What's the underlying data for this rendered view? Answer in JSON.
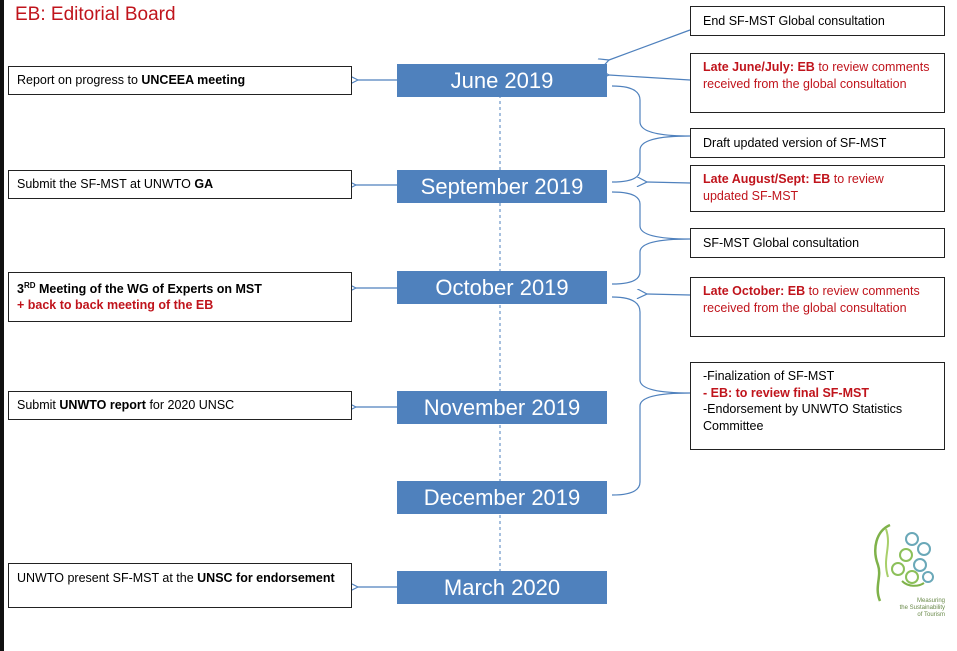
{
  "title": "EB: Editorial Board",
  "milestones": {
    "jun": "June 2019",
    "sep": "September 2019",
    "oct": "October 2019",
    "nov": "November 2019",
    "dec": "December 2019",
    "mar": "March  2020"
  },
  "left": {
    "jun": {
      "pre": "Report on progress to ",
      "bold": "UNCEEA meeting"
    },
    "sep": {
      "pre": "Submit the SF-MST at UNWTO ",
      "bold": "GA"
    },
    "oct": {
      "num": "3",
      "sup": "RD",
      "line1": " Meeting of the WG of Experts on MST",
      "line2": "+ back to back meeting of the EB"
    },
    "nov": {
      "pre": "Submit ",
      "bold": "UNWTO report",
      "post": " for 2020 UNSC"
    },
    "mar": {
      "pre": "UNWTO present SF-MST at the ",
      "bold": "UNSC for endorsement"
    }
  },
  "right": {
    "end_consult": "End SF-MST Global consultation",
    "late_june": {
      "bold": "Late June/July: EB",
      "rest": " to review comments received from the global consultation"
    },
    "draft": "Draft updated version of SF-MST",
    "late_aug": {
      "bold": "Late August/Sept: EB",
      "rest": " to review updated SF-MST"
    },
    "global_consult": "SF-MST Global consultation",
    "late_oct": {
      "bold": "Late October: EB",
      "rest": " to review comments received from the global consultation"
    },
    "final": {
      "line1": "-Finalization of SF-MST",
      "line2": "- EB: to review final SF-MST",
      "line3": "-Endorsement by UNWTO Statistics Committee"
    }
  },
  "logo_text": {
    "line1": "Measuring",
    "line2": "the Sustainability",
    "line3": "of Tourism"
  },
  "colors": {
    "milestone": "#4f81bd",
    "accent_red": "#c0141c",
    "connector": "#4f81bd"
  }
}
